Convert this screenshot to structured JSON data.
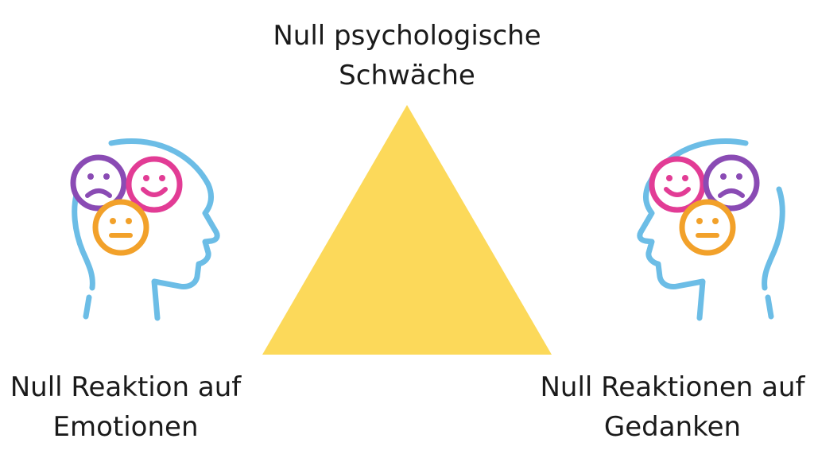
{
  "diagram": {
    "top_node": {
      "line1": "Null psychologische",
      "line2": "Schwäche"
    },
    "left_node": {
      "line1": "Null Reaktion auf",
      "line2": "Emotionen",
      "icon": "head-with-emotion-faces-icon"
    },
    "right_node": {
      "line1": "Null Reaktionen auf",
      "line2": "Gedanken",
      "icon": "head-with-emotion-faces-icon"
    },
    "center_shape": "triangle"
  },
  "colors": {
    "triangle": "#fcd95a",
    "head_outline": "#6cbde6",
    "sad_face": "#8a4bb4",
    "happy_face": "#e23c95",
    "neutral_face": "#f2a12a",
    "text": "#1a1a1a"
  }
}
